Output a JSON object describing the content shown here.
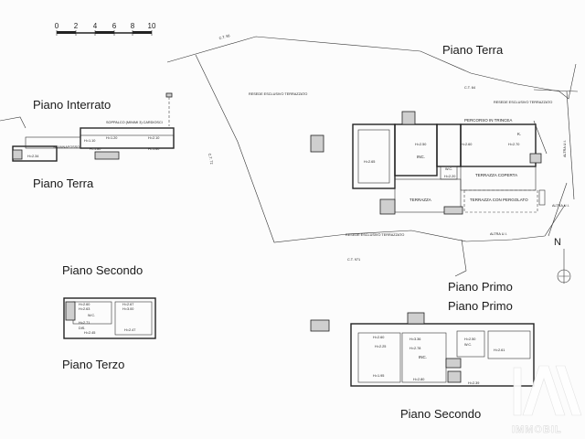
{
  "scale_bar": {
    "ticks": [
      "0",
      "2",
      "4",
      "6",
      "8",
      "10"
    ]
  },
  "floor_labels": {
    "interrato": "Piano Interrato",
    "terra_left": "Piano Terra",
    "terra_right": "Piano Terra",
    "secondo_left": "Piano Secondo",
    "primo_1": "Piano Primo",
    "primo_2": "Piano Primo",
    "terzo": "Piano Terzo",
    "secondo_right": "Piano Secondo"
  },
  "parcel_labels": {
    "ct56": "C.T. 56",
    "ct64": "C.T. 64",
    "ct971": "C.T. 971",
    "resede_top": "RESEDE ESCLUSIVO TERRAZZATO",
    "resede_top_right": "RESEDE ESCLUSIVO TERRAZZATO",
    "resede_bottom": "RESEDE ESCLUSIVO TERRAZZATO",
    "altra_ui_1": "ALTRA U.I.",
    "altra_ui_2": "ALTRA U.I.",
    "altra_ui_3": "ALTRA U.I.",
    "ct_side": "C.T. 72"
  },
  "interrato_notes": {
    "soppalco": "SOPPALCO (MINIMI 3) CARDIOSCI",
    "scannafosso": "SCANNAFOSSO",
    "h1": "H=1.10",
    "h2": "H=1.20",
    "h3": "H=2.10",
    "h4": "H=1.80",
    "h5": "H=1.60",
    "h6": "H=2.34"
  },
  "terra_rooms": {
    "percorso": "PERCORSO IN TRINCEA",
    "inc": "INC.",
    "wc": "W.C.",
    "terrazza_coperta": "TERRAZZA COPERTA",
    "terrazza_pergolato": "TERRAZZA CON PERGOLATO",
    "terrazza": "TERRAZZA",
    "k": "K.",
    "h1": "H=2.50",
    "h2": "H=2.60",
    "h3": "H=2.70",
    "h4": "H=2.65",
    "h5": "H=2.20"
  },
  "terzo_rooms": {
    "wc": "W.C.",
    "dis": "DIS.",
    "h1": "H=2.60",
    "h2": "H=2.63",
    "h3": "H=2.67",
    "h4": "H=3.00",
    "h5": "H=2.45",
    "h6": "H=2.47",
    "h7": "H=2.71"
  },
  "secondo_rooms": {
    "inc": "INC.",
    "wc": "W.C.",
    "h1": "H=2.60",
    "h2": "H=2.25",
    "h3": "H=3.36",
    "h4": "H=2.78",
    "h5": "H=1.95",
    "h6": "H=2.80",
    "h7": "H=2.50",
    "h8": "H=2.61",
    "h9": "H=2.39"
  },
  "north": "N",
  "watermark": {
    "logo_text": "IAN",
    "brand": "IMMOBIL"
  },
  "colors": {
    "line": "#222222",
    "paper": "#fcfcfc",
    "watermark": "#ffffff"
  }
}
